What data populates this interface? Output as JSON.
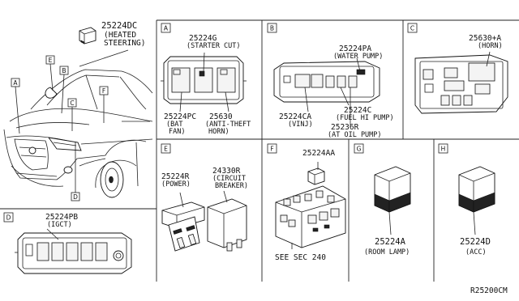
{
  "panels": {
    "A": "A",
    "B": "B",
    "C": "C",
    "D": "D",
    "E": "E",
    "F": "F",
    "G": "G",
    "H": "H"
  },
  "callouts": {
    "car_A": "A",
    "car_B": "B",
    "car_C": "C",
    "car_D": "D",
    "car_E": "E",
    "car_F": "F"
  },
  "heated": {
    "part": "25224DC",
    "l1": "(HEATED",
    "l2": "STEERING)"
  },
  "panelA": {
    "top_part": "25224G",
    "top_desc": "(STARTER CUT)",
    "left_part": "25224PC",
    "left_l1": "(BAT",
    "left_l2": "FAN)",
    "right_part": "25630",
    "right_l1": "(ANTI-THEFT",
    "right_l2": "HORN)"
  },
  "panelB": {
    "top_part": "25224PA",
    "top_desc": "(WATER PUMP)",
    "ca_part": "25224CA",
    "ca_desc": "(VINJ)",
    "c_part": "25224C",
    "c_desc": "(FUEL HI PUMP)",
    "r_part": "25236R",
    "r_desc": "(AT OIL PUMP)"
  },
  "panelC": {
    "part": "25630+A",
    "desc": "(HORN)"
  },
  "panelD": {
    "part": "25224PB",
    "desc": "(IGCT)"
  },
  "panelE": {
    "left_part": "25224R",
    "left_desc": "(POWER)",
    "right_part": "24330R",
    "right_l1": "(CIRCUIT",
    "right_l2": "BREAKER)"
  },
  "panelF": {
    "part": "25224AA",
    "see": "SEE SEC 240"
  },
  "panelG": {
    "part": "25224A",
    "desc": "(ROOM LAMP)"
  },
  "panelH": {
    "part": "25224D",
    "desc": "(ACC)"
  },
  "footer": {
    "code": "R25200CM"
  }
}
